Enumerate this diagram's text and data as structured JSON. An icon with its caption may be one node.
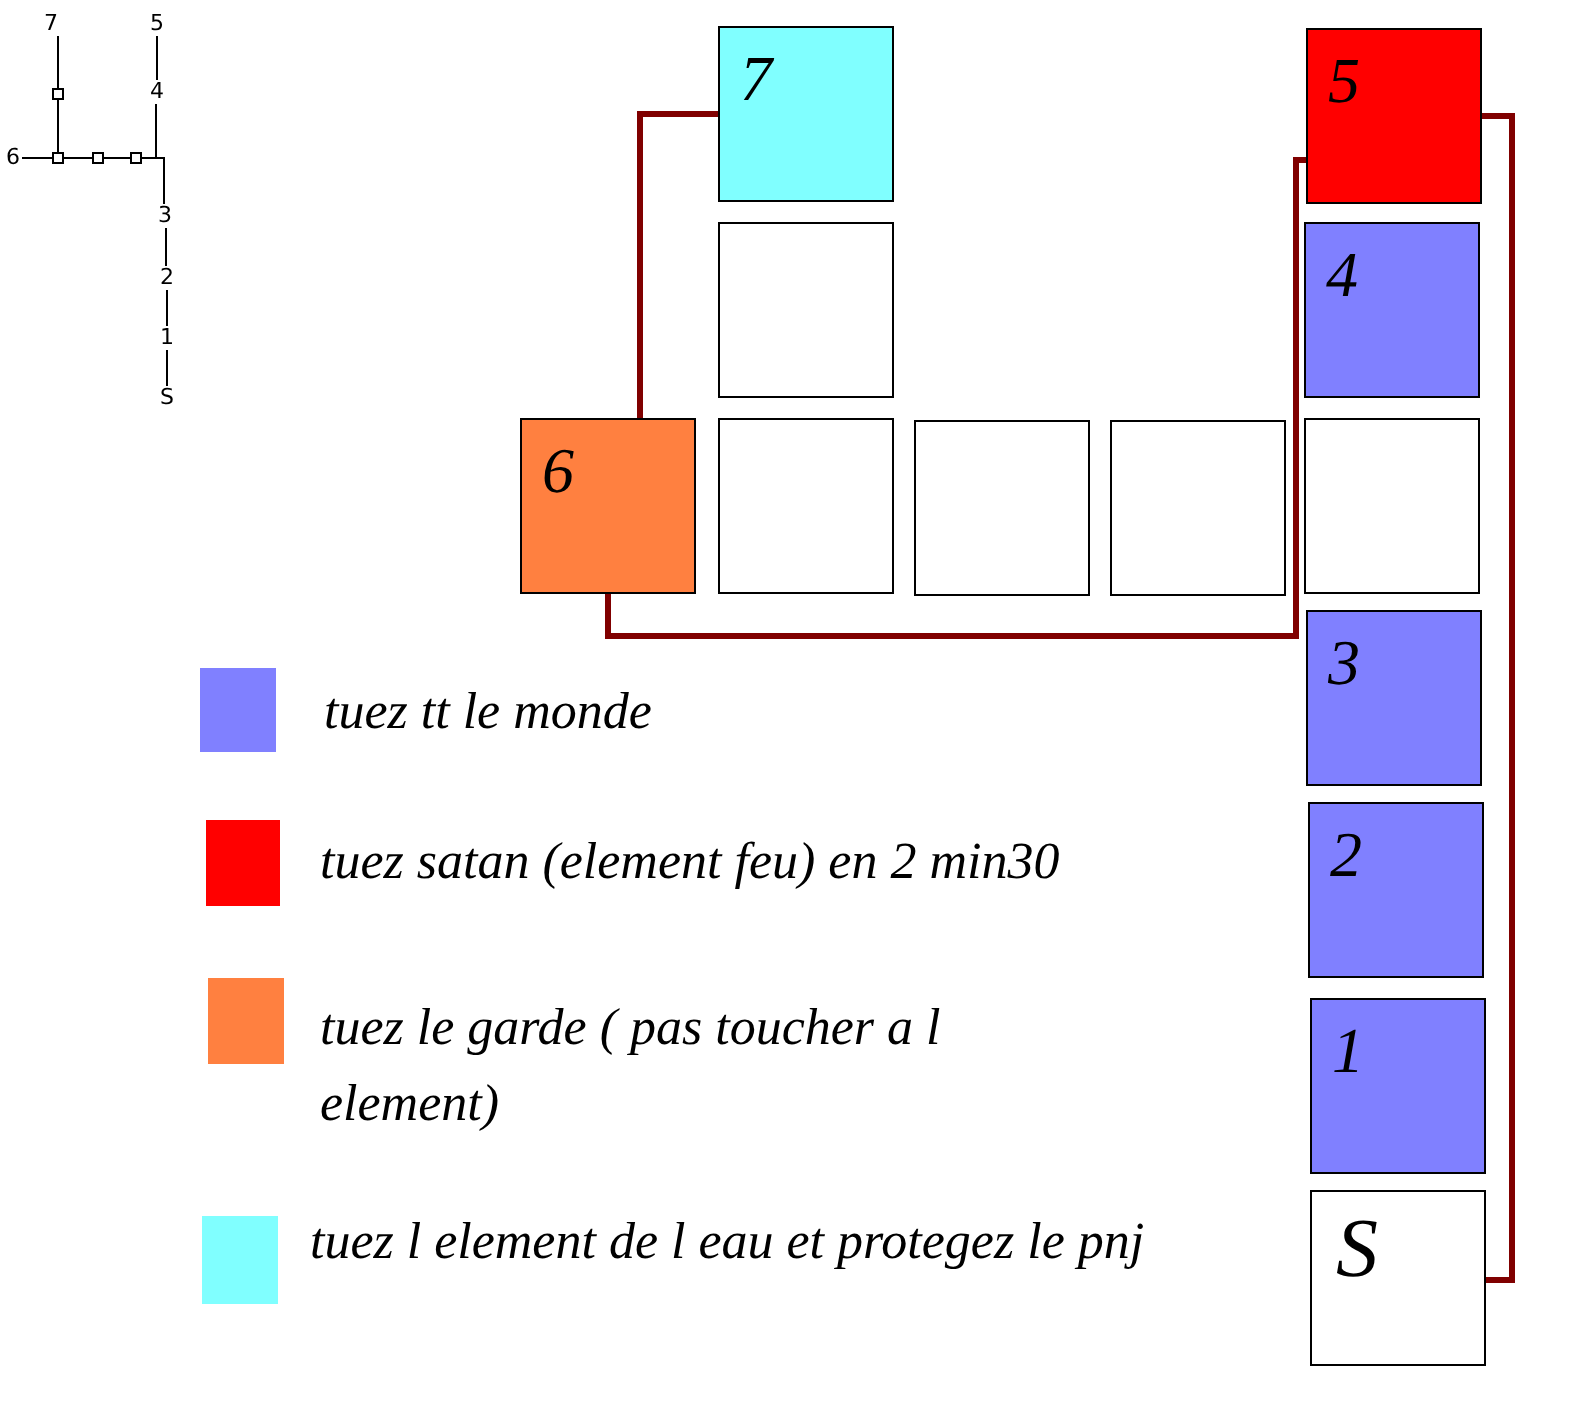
{
  "diagram": {
    "nodes": [
      {
        "text": [
          "7"
        ]
      },
      {
        "text": [
          "5"
        ]
      },
      {
        "text": [],
        "shape": "box"
      },
      {
        "text": [
          "4"
        ]
      },
      {
        "text": [
          "6"
        ]
      },
      {
        "text": [],
        "shape": "box"
      },
      {
        "text": [],
        "shape": "box"
      },
      {
        "text": [],
        "shape": "box"
      },
      {
        "text": [
          "3"
        ]
      },
      {
        "text": [
          "2"
        ]
      },
      {
        "text": [
          "1"
        ]
      },
      {
        "text": [
          "S"
        ]
      },
      {
        "text": [
          "7"
        ]
      },
      {
        "text": [
          "5"
        ]
      },
      {
        "text": [],
        "shape": "box"
      },
      {
        "text": [
          "4"
        ]
      },
      {
        "text": [
          "6"
        ]
      },
      {
        "text": [],
        "shape": "box"
      },
      {
        "text": [],
        "shape": "box"
      },
      {
        "text": [],
        "shape": "box"
      },
      {
        "text": [],
        "shape": "box"
      },
      {
        "text": [
          "3"
        ]
      },
      {
        "text": [
          "2"
        ]
      },
      {
        "text": [
          "1"
        ]
      },
      {
        "text": [
          "S"
        ]
      }
    ],
    "edges": [
      {
        "from": 0,
        "to": 2,
        "arrow": "none"
      },
      {
        "from": 2,
        "to": 5,
        "arrow": "none"
      },
      {
        "from": 4,
        "to": 5,
        "arrow": "none"
      },
      {
        "from": 5,
        "to": 6,
        "arrow": "none"
      },
      {
        "from": 6,
        "to": 7,
        "arrow": "none"
      },
      {
        "from": 1,
        "to": 3,
        "arrow": "none"
      },
      {
        "from": 3,
        "to": 7,
        "arrow": "none"
      },
      {
        "from": 7,
        "to": 8,
        "arrow": "none"
      },
      {
        "from": 8,
        "to": 9,
        "arrow": "none"
      },
      {
        "from": 9,
        "to": 10,
        "arrow": "none"
      },
      {
        "from": 10,
        "to": 11,
        "arrow": "none"
      },
      {
        "from": 24,
        "to": 13,
        "arrow": "none",
        "style": "thick",
        "color": "#800000"
      },
      {
        "from": 13,
        "to": 16,
        "arrow": "none",
        "style": "thick",
        "color": "#800000"
      },
      {
        "from": 16,
        "to": 12,
        "arrow": "none",
        "style": "thick",
        "color": "#800000"
      }
    ],
    "legend": [
      {
        "text": "tuez tt le monde",
        "color": "#8080ff"
      },
      {
        "text": "tuez satan (element feu) en 2 min30",
        "color": "#ff0000"
      },
      {
        "text": "tuez le garde ( pas toucher a l element)",
        "color": "#ff8040"
      },
      {
        "text": "tuez l element de l eau et protegez le pnj",
        "color": "#80ffff"
      }
    ]
  }
}
